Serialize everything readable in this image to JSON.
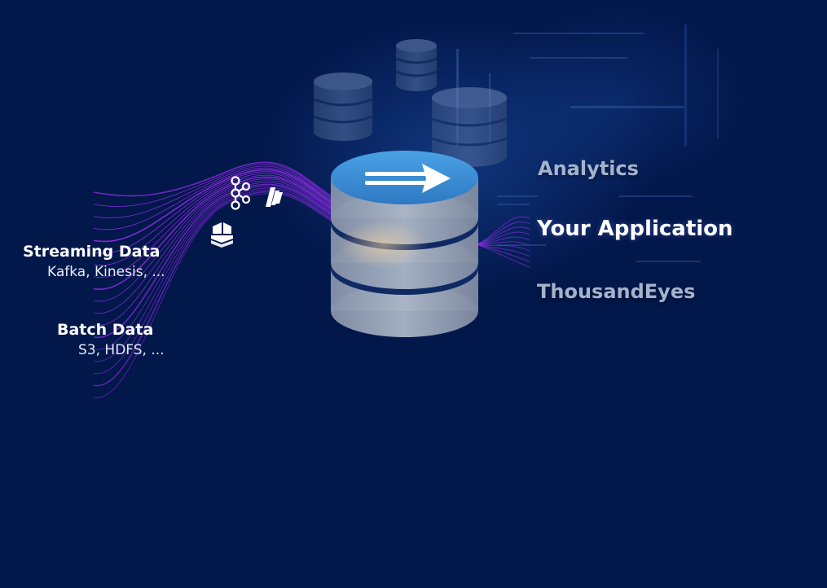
{
  "colors": {
    "background": "#02174a",
    "stream_lines": "#8a2be2",
    "cylinder_top": "#3a8fd6",
    "cylinder_body": "#9aa6b8",
    "text_primary": "#ffffff",
    "text_muted": "#b6c3d8"
  },
  "sources": [
    {
      "title": "Streaming Data",
      "subtitle": "Kafka, Kinesis, ..."
    },
    {
      "title": "Batch Data",
      "subtitle": "S3,  HDFS, ..."
    }
  ],
  "destinations": [
    {
      "label": "Analytics"
    },
    {
      "label": "Your Application"
    },
    {
      "label": "ThousandEyes"
    }
  ],
  "icons": [
    "kafka-icon",
    "kinesis-icon",
    "s3-bucket-icon",
    "arrow-right-icon",
    "database-icon"
  ]
}
